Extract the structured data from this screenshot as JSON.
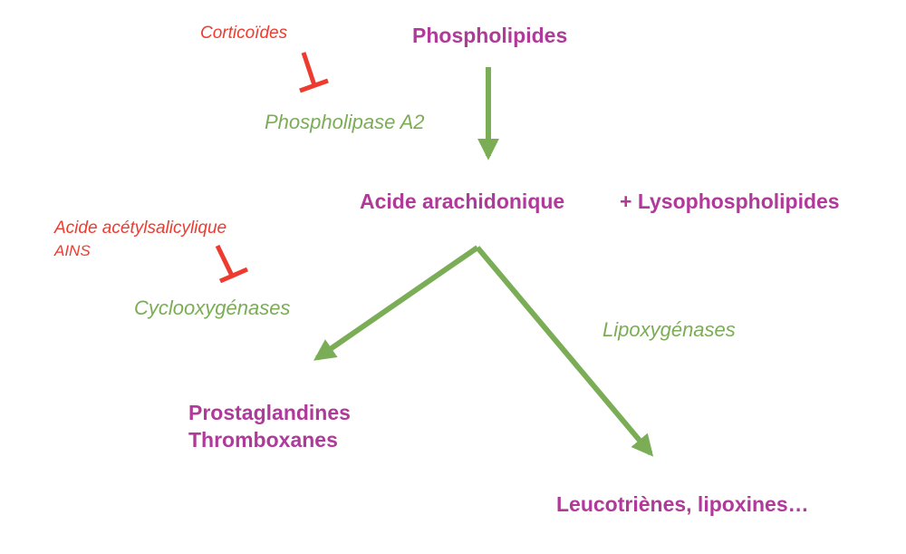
{
  "nodes": {
    "phospholipides": "Phospholipides",
    "acide_arachidonique": "Acide arachidonique",
    "lysophospholipides": "+ Lysophospholipides",
    "prostaglandines": "Prostaglandines",
    "thromboxanes": "Thromboxanes",
    "leucotrienes": "Leucotriènes, lipoxines…"
  },
  "enzymes": {
    "phospholipase": "Phospholipase A2",
    "cyclooxygenases": "Cyclooxygénases",
    "lipoxygenases": "Lipoxygénases"
  },
  "inhibitors": {
    "corticoides": "Corticoïdes",
    "aspirine": "Acide acétylsalicylique",
    "ains": "AINS"
  },
  "colors": {
    "product": "#b03a9a",
    "enzyme": "#7aad55",
    "inhibitor": "#ee3b2f"
  }
}
